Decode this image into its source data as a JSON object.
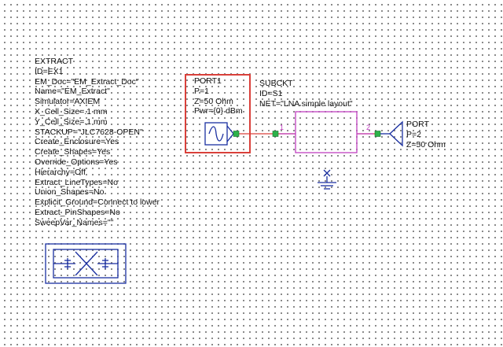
{
  "extract_block": {
    "lines": [
      "EXTRACT",
      "ID=EX1",
      "EM_Doc=\"EM_Extract_Doc\"",
      "Name=\"EM_Extract\"",
      "Simulator=AXIEM",
      "X_Cell_Size=.1 mm",
      "Y_Cell_Size=.1 mm",
      "STACKUP=\"JLC7628-OPEN\"",
      "Create_Enclosure=Yes",
      "Create_Shapes=Yes",
      "Override_Options=Yes",
      "Hierarchy=Off",
      "Extract_LineTypes=No",
      "Union_Shapes=No",
      "Explicit_Ground=Connect to lower",
      "Extract_PinShapes=No",
      "SweepVar_Names=\"\""
    ]
  },
  "port1": {
    "lines": [
      "PORT1",
      "P=1",
      "Z=50 Ohm",
      "Pwr={0} dBm"
    ]
  },
  "subckt": {
    "lines": [
      "SUBCKT",
      "ID=S1",
      "NET=\"LNA simple layout\""
    ],
    "pin1_label": "1",
    "pin2_label": "2"
  },
  "port2": {
    "lines": [
      "PORT",
      "P=2",
      "Z=50 Ohm"
    ]
  },
  "colors": {
    "highlight": "#d9403a",
    "wire": "#d9403a",
    "subckt_box": "#c040c0",
    "component": "#1a2fa0",
    "node": "#2db24a",
    "pin_label": "#c040c0"
  },
  "icons": {
    "source": "ac-source-icon",
    "ground": "ground-icon",
    "port_terminal": "port-terminal-icon",
    "extract_symbol": "em-extract-symbol-icon"
  }
}
